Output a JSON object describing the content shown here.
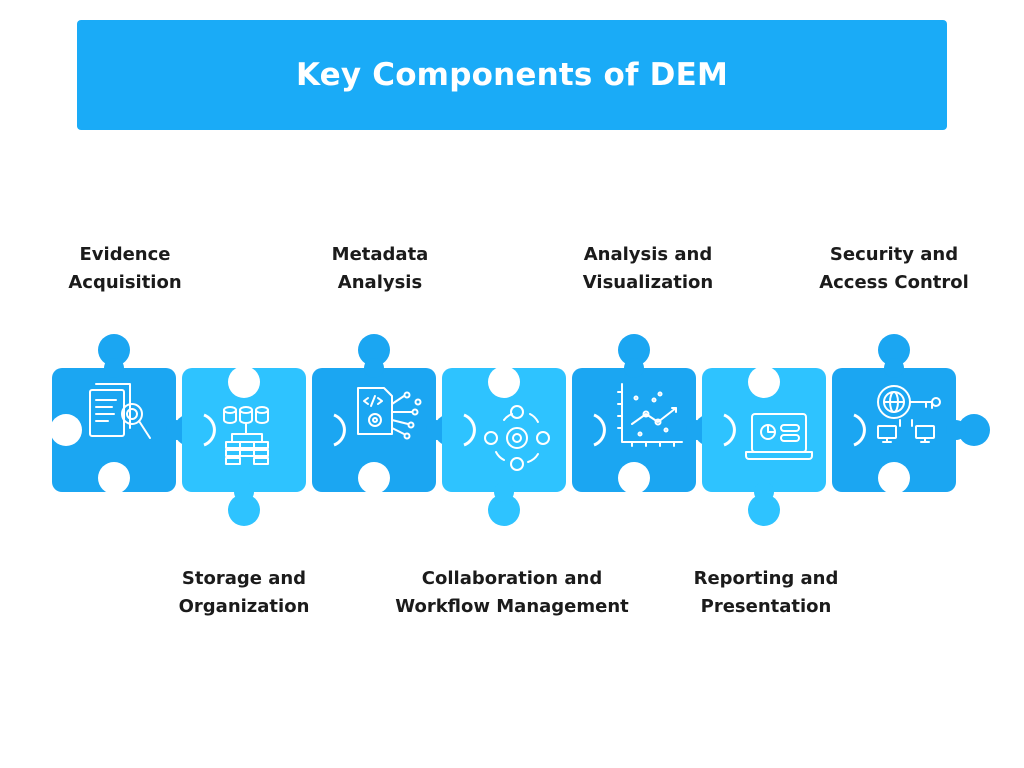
{
  "title": "Key Components of DEM",
  "colors": {
    "banner": "#1aabf7",
    "piece_dark": "#1ba6f2",
    "piece_light": "#2ec3ff",
    "icon_stroke": "#ffffff",
    "text": "#1b1b1b"
  },
  "components": [
    {
      "line1": "Evidence",
      "line2": "Acquisition",
      "icon": "evidence-search-icon"
    },
    {
      "line1": "Storage and",
      "line2": "Organization",
      "icon": "database-network-icon"
    },
    {
      "line1": "Metadata",
      "line2": "Analysis",
      "icon": "code-document-gear-icon"
    },
    {
      "line1": "Collaboration and",
      "line2": "Workflow Management",
      "icon": "workflow-cycle-icon"
    },
    {
      "line1": "Analysis and",
      "line2": "Visualization",
      "icon": "scatter-chart-icon"
    },
    {
      "line1": "Reporting and",
      "line2": "Presentation",
      "icon": "laptop-dashboard-icon"
    },
    {
      "line1": "Security and",
      "line2": "Access Control",
      "icon": "globe-key-network-icon"
    }
  ]
}
